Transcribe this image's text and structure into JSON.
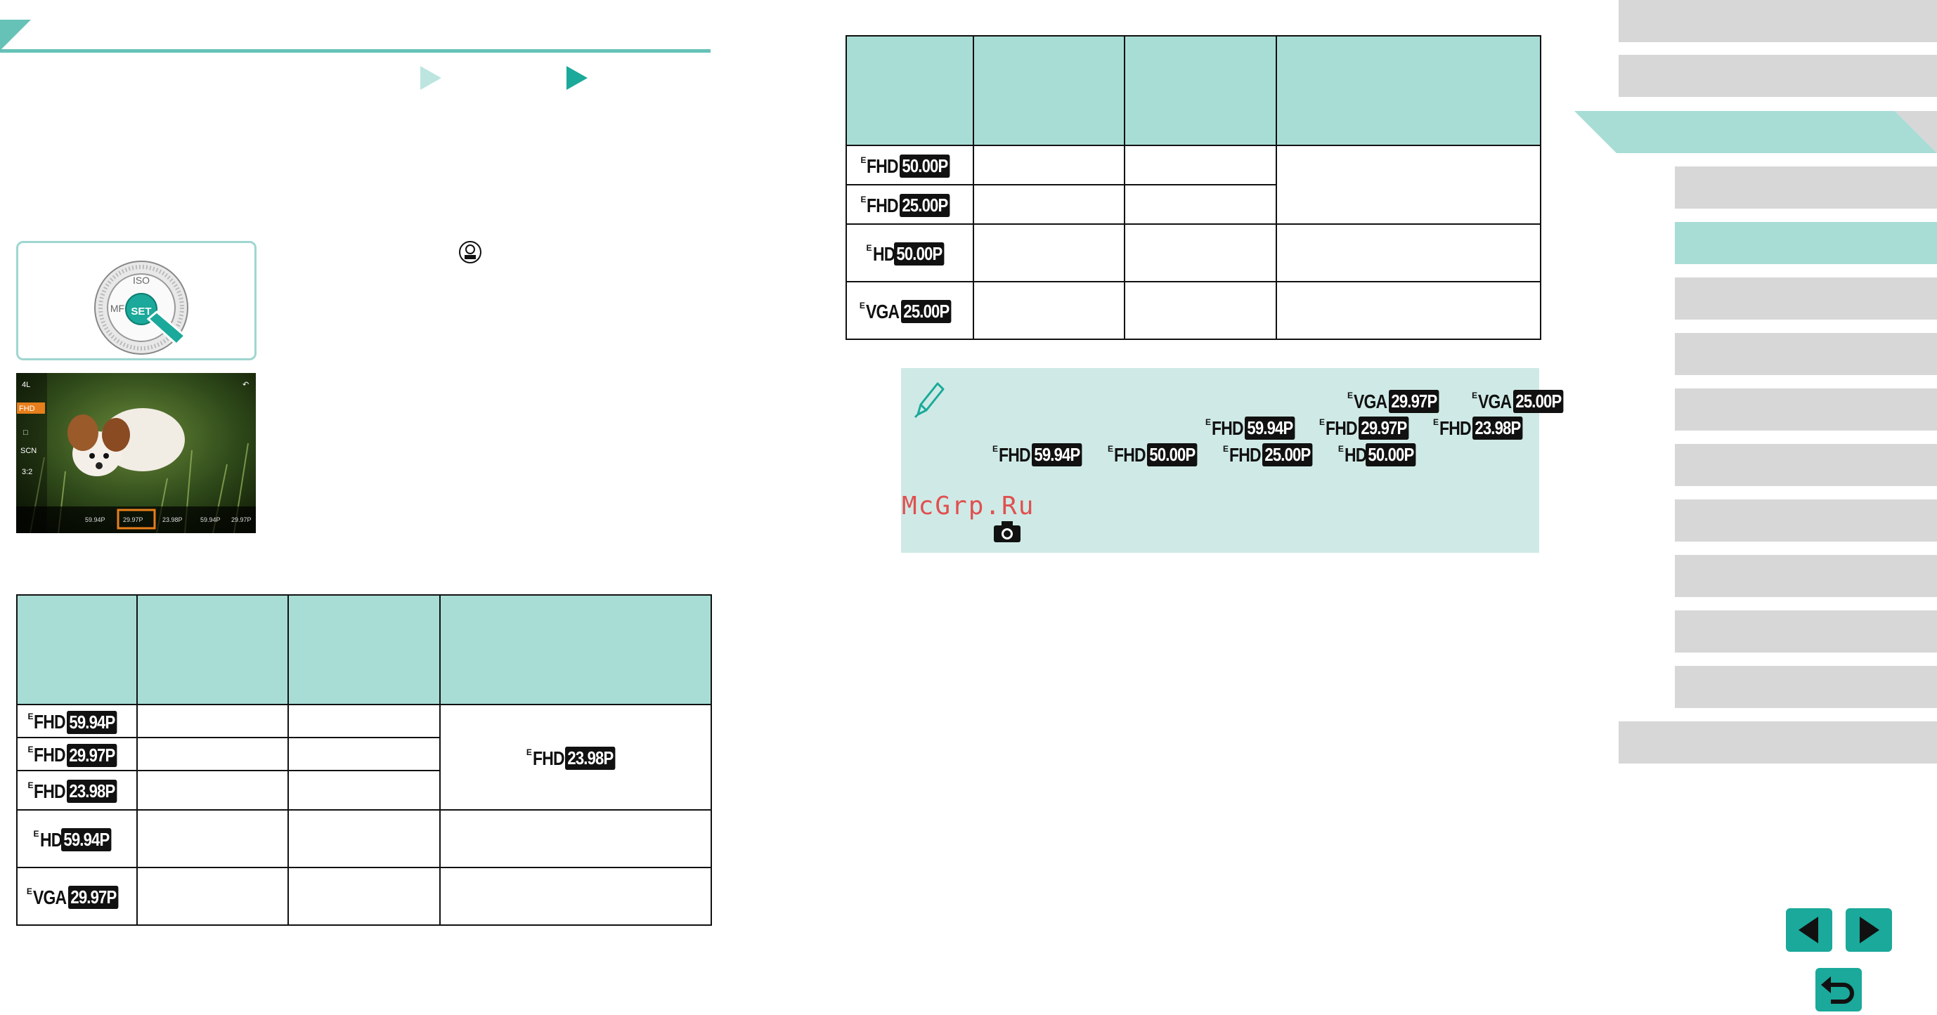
{
  "header": {
    "accent_color": "#66c2b7"
  },
  "dial": {
    "labels": {
      "top": "ISO",
      "left": "MF",
      "center": "SET"
    }
  },
  "photo_overlay": {
    "side_icons": [
      "4L",
      "FHD",
      "□",
      "SCN",
      "3:2"
    ],
    "bottom_options": [
      "59.94P",
      "29.97P",
      "23.98P",
      "59.94P",
      "29.97P"
    ],
    "selected_index": 1
  },
  "table_left": {
    "rows": [
      {
        "fmt": "FHD",
        "rate": "59.94P",
        "c2": "",
        "c3": ""
      },
      {
        "fmt": "FHD",
        "rate": "29.97P",
        "c2": "",
        "c3": ""
      },
      {
        "fmt": "FHD",
        "rate": "23.98P",
        "c2": "",
        "c3": ""
      },
      {
        "fmt": "HD",
        "rate": "59.94P",
        "c2": "",
        "c3": "",
        "c4": ""
      },
      {
        "fmt": "VGA",
        "rate": "29.97P",
        "c2": "",
        "c3": "",
        "c4": ""
      }
    ],
    "merged_badge": {
      "fmt": "FHD",
      "rate": "23.98P"
    }
  },
  "table_right": {
    "rows": [
      {
        "fmt": "FHD",
        "rate": "50.00P"
      },
      {
        "fmt": "FHD",
        "rate": "25.00P"
      },
      {
        "fmt": "HD",
        "rate": "50.00P"
      },
      {
        "fmt": "VGA",
        "rate": "25.00P"
      }
    ]
  },
  "note": {
    "line1": [
      {
        "fmt": "VGA",
        "rate": "29.97P"
      },
      {
        "fmt": "VGA",
        "rate": "25.00P"
      }
    ],
    "line2": [
      {
        "fmt": "FHD",
        "rate": "59.94P"
      },
      {
        "fmt": "FHD",
        "rate": "29.97P"
      },
      {
        "fmt": "FHD",
        "rate": "23.98P"
      }
    ],
    "line3": [
      {
        "fmt": "FHD",
        "rate": "59.94P"
      },
      {
        "fmt": "FHD",
        "rate": "50.00P"
      },
      {
        "fmt": "FHD",
        "rate": "25.00P"
      },
      {
        "fmt": "HD",
        "rate": "50.00P"
      }
    ],
    "watermark": "McGrp.Ru"
  },
  "colors": {
    "teal": "#1aa99a",
    "table_header": "#a8ddd6",
    "note_bg": "#cfeae6",
    "sidebar": "#d7d7d7"
  }
}
